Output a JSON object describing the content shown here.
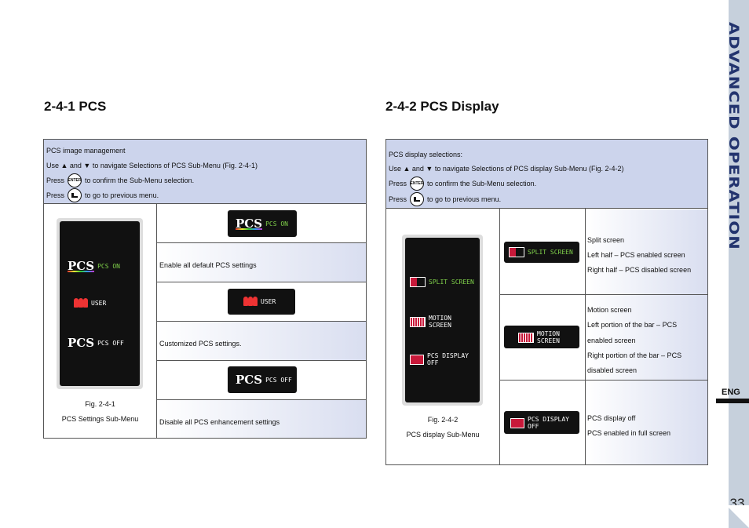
{
  "side": {
    "title": "ADVANCED OPERATION",
    "lang": "ENG",
    "page": "33"
  },
  "left": {
    "heading": "2-4-1 PCS",
    "header_lines": [
      "PCS image management",
      "Use ▲ and ▼ to navigate Selections of PCS Sub-Menu (Fig. 2-4-1)",
      "to confirm the Sub-Menu selection.",
      "to go to previous menu."
    ],
    "press": "Press",
    "enter_icon": "ENTER",
    "osd": {
      "pcs_on": "PCS ON",
      "user": "USER",
      "pcs_off": "PCS OFF",
      "logo": "PCS"
    },
    "fig": "Fig. 2-4-1",
    "fig_caption": "PCS Settings Sub-Menu",
    "rows": [
      {
        "label": "PCS ON",
        "desc": "Enable all default PCS settings"
      },
      {
        "label": "USER",
        "desc": "Customized PCS settings."
      },
      {
        "label": "PCS OFF",
        "desc": "Disable all PCS enhancement settings"
      }
    ]
  },
  "right": {
    "heading": "2-4-2 PCS Display",
    "header_lines": [
      "PCS display selections:",
      "Use ▲ and ▼ to navigate Selections of PCS display Sub-Menu (Fig. 2-4-2)",
      "to confirm the Sub-Menu selection.",
      "to go to previous menu."
    ],
    "press": "Press",
    "enter_icon": "ENTER",
    "osd": {
      "split": "SPLIT SCREEN",
      "motion_1": "MOTION",
      "motion_2": "SCREEN",
      "display_1": "PCS DISPLAY",
      "display_2": "OFF"
    },
    "fig": "Fig. 2-4-2",
    "fig_caption": "PCS display Sub-Menu",
    "rows": [
      {
        "desc": [
          "Split screen",
          "Left half – PCS enabled screen",
          "Right half – PCS disabled screen"
        ]
      },
      {
        "desc": [
          "Motion screen",
          "Left portion of the bar – PCS",
          "enabled screen",
          "Right portion of the bar – PCS",
          "disabled screen"
        ]
      },
      {
        "desc": [
          "PCS display off",
          "PCS enabled in full screen"
        ]
      }
    ]
  }
}
